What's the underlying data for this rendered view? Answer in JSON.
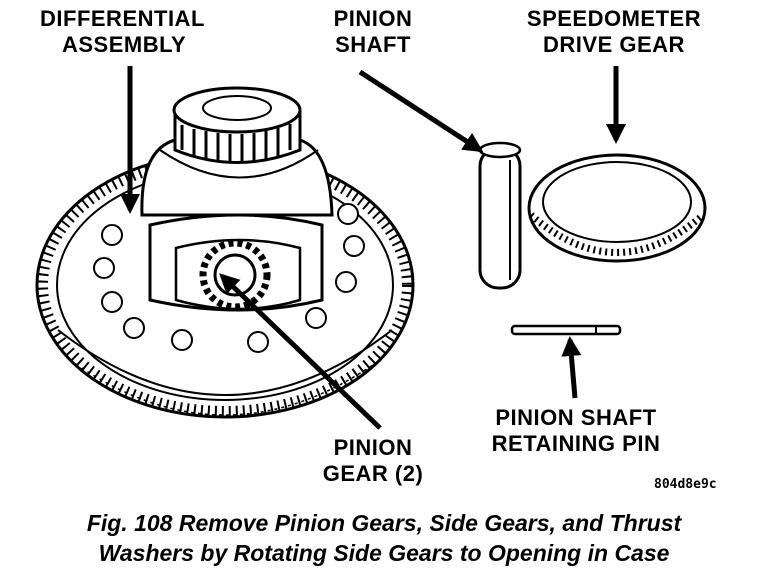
{
  "labels": {
    "differential_assembly": [
      "DIFFERENTIAL",
      "ASSEMBLY"
    ],
    "pinion_shaft": [
      "PINION",
      "SHAFT"
    ],
    "speedometer_drive_gear": [
      "SPEEDOMETER",
      "DRIVE GEAR"
    ],
    "pinion_gear": [
      "PINION",
      "GEAR (2)"
    ],
    "pinion_shaft_retaining_pin": [
      "PINION SHAFT",
      "RETAINING PIN"
    ]
  },
  "figure_code": "804d8e9c",
  "caption": [
    "Fig. 108 Remove Pinion Gears, Side Gears, and Thrust",
    "Washers by Rotating Side Gears to Opening in Case"
  ],
  "colors": {
    "ink": "#000000",
    "paper": "#ffffff"
  }
}
